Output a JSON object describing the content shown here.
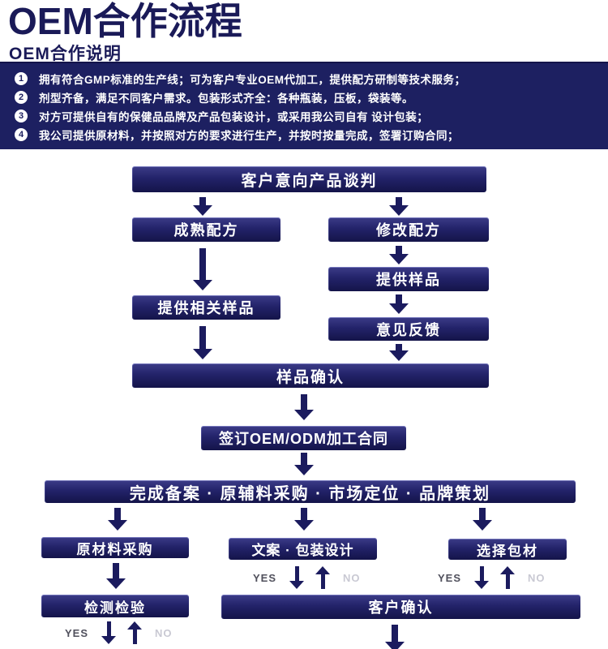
{
  "header": {
    "title": "OEM合作流程",
    "subtitle": "OEM合作说明"
  },
  "intro": {
    "items": [
      {
        "num": "1",
        "text": "拥有符合GMP标准的生产线；可为客户专业OEM代加工，提供配方研制等技术服务；"
      },
      {
        "num": "2",
        "text": "剂型齐备，满足不同客户需求。包装形式齐全：各种瓶装，压板，袋装等。"
      },
      {
        "num": "3",
        "text": "对方可提供自有的保健品品牌及产品包装设计，或采用我公司自有 设计包装；"
      },
      {
        "num": "4",
        "text": "我公司提供原材料，并按照对方的要求进行生产，并按时按量完成，签署订购合同；"
      }
    ]
  },
  "flow": {
    "nodes": {
      "negotiation": "客户意向产品谈判",
      "mature_formula": "成熟配方",
      "modify_formula": "修改配方",
      "provide_samples": "提供样品",
      "provide_related_samples": "提供相关样品",
      "feedback": "意见反馈",
      "sample_confirm": "样品确认",
      "sign_contract": "签订OEM/ODM加工合同",
      "filing_purchase_position_brand": "完成备案 · 原辅料采购 · 市场定位 · 品牌策划",
      "raw_material_purchase": "原材料采购",
      "copy_packaging_design": "文案 · 包装设计",
      "select_packaging": "选择包材",
      "inspection": "检测检验",
      "customer_confirm": "客户确认"
    },
    "labels": {
      "yes": "YES",
      "no": "NO"
    }
  },
  "colors": {
    "navy": "#1b1b5e",
    "panel_background": "#1d2061",
    "box_gradient_top": "#3c3c88",
    "box_gradient_bottom": "#141449",
    "yes_label": "#50505c",
    "no_label": "#c9c9d3"
  }
}
